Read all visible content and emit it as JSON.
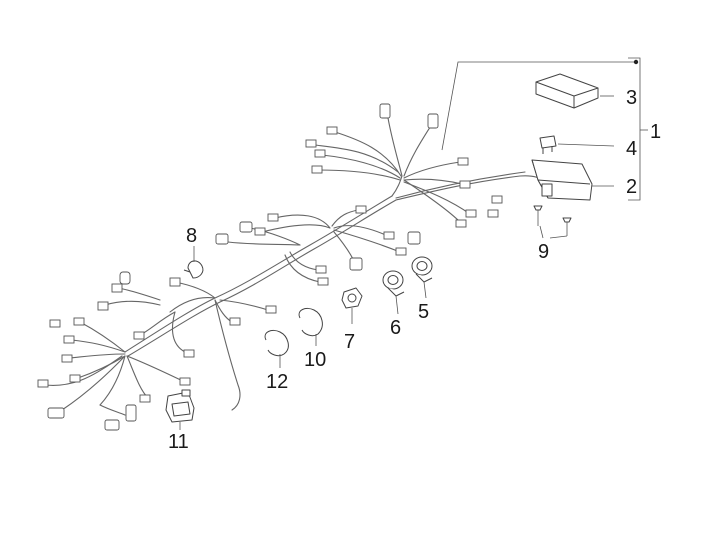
{
  "diagram": {
    "callouts": [
      {
        "id": "1",
        "text": "1"
      },
      {
        "id": "2",
        "text": "2"
      },
      {
        "id": "3",
        "text": "3"
      },
      {
        "id": "4",
        "text": "4"
      },
      {
        "id": "5",
        "text": "5"
      },
      {
        "id": "6",
        "text": "6"
      },
      {
        "id": "7",
        "text": "7"
      },
      {
        "id": "8",
        "text": "8"
      },
      {
        "id": "9",
        "text": "9"
      },
      {
        "id": "10",
        "text": "10"
      },
      {
        "id": "11",
        "text": "11"
      },
      {
        "id": "12",
        "text": "12"
      }
    ],
    "parts": [
      {
        "callout": "1",
        "name": "wiring-harness-assembly"
      },
      {
        "callout": "2",
        "name": "relay-box"
      },
      {
        "callout": "3",
        "name": "box-cover"
      },
      {
        "callout": "4",
        "name": "fuse"
      },
      {
        "callout": "5",
        "name": "cable-clamp"
      },
      {
        "callout": "6",
        "name": "cable-clamp"
      },
      {
        "callout": "7",
        "name": "cable-holder"
      },
      {
        "callout": "8",
        "name": "cable-tie"
      },
      {
        "callout": "9",
        "name": "screw"
      },
      {
        "callout": "10",
        "name": "clamp-ring"
      },
      {
        "callout": "11",
        "name": "connector-bracket"
      },
      {
        "callout": "12",
        "name": "clamp-ring"
      }
    ]
  }
}
